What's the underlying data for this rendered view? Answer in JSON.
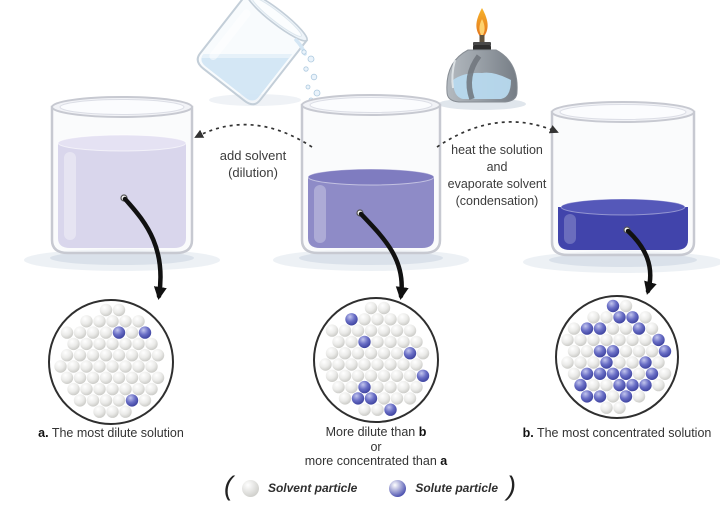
{
  "colors": {
    "solution_dilute": "#d9d6ec",
    "solution_dilute_surface": "#e5e2f3",
    "solution_medium": "#8e8bc7",
    "solution_medium_surface": "#7f7cc0",
    "solution_concentrated": "#4144ab",
    "solution_concentrated_surface": "#5558b9",
    "solvent_particle": "#d0d0cc",
    "solute_particle": "#4d52b0",
    "water": "#cfe4f4",
    "flame": "#f59a23",
    "arrow_black": "#111111",
    "text": "#3b3b3b"
  },
  "process_steps": {
    "dilution": {
      "line1": "add solvent",
      "line2": "(dilution)"
    },
    "condensation": {
      "line1": "heat the solution",
      "line2": "and",
      "line3": "evaporate solvent",
      "line4": "(condensation)"
    }
  },
  "magnified_views": [
    {
      "id": "a",
      "solute_count": 3,
      "caption_bold": "a.",
      "caption_text": " The most dilute solution"
    },
    {
      "id": "ab",
      "solute_count": 8,
      "caption_line1": "More dilute than ",
      "caption_line1_bold": "b",
      "caption_line2": "or",
      "caption_line3": "more concentrated than ",
      "caption_line3_bold": "a"
    },
    {
      "id": "b",
      "solute_count": 24,
      "caption_bold": "b.",
      "caption_text": " The most concentrated solution"
    }
  ],
  "legend": {
    "paren_open": "(",
    "solvent_label": "Solvent particle",
    "solute_label": "Solute particle",
    "paren_close": ")"
  }
}
